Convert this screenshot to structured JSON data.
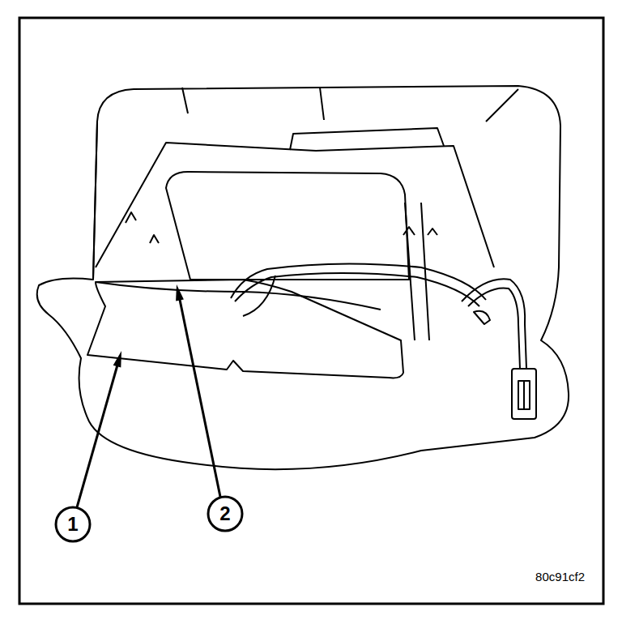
{
  "diagram": {
    "labels": [
      "1",
      "2",
      "80c91cf2"
    ]
  }
}
